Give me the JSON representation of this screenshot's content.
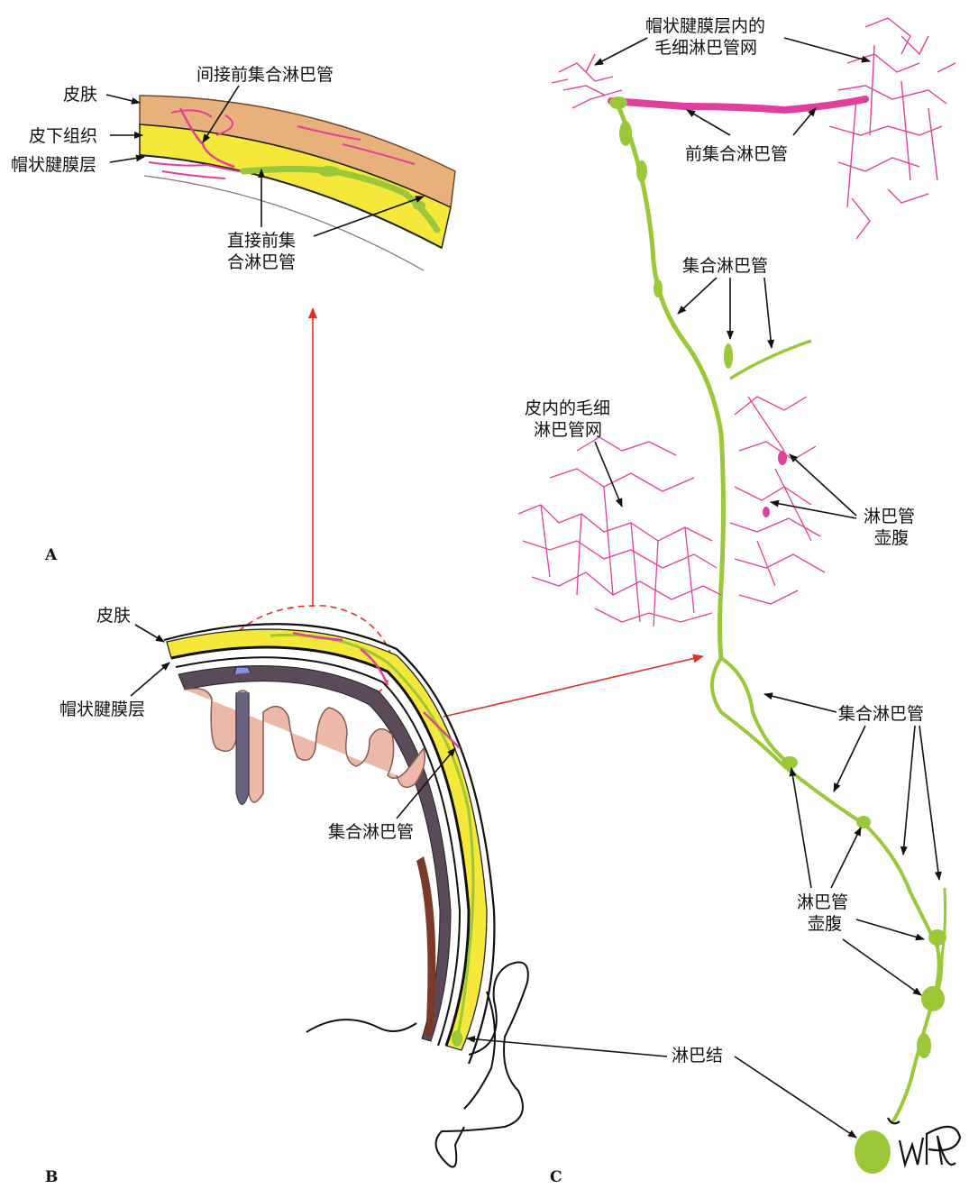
{
  "panels": {
    "a": "A",
    "b": "B",
    "c": "C"
  },
  "labels": {
    "a_skin": "皮肤",
    "a_subcut": "皮下组织",
    "a_galea": "帽状腱膜层",
    "a_indirect": "间接前集合淋巴管",
    "a_direct_1": "直接前集",
    "a_direct_2": "合淋巴管",
    "b_skin": "皮肤",
    "b_galea": "帽状腱膜层",
    "b_collecting": "集合淋巴管",
    "c_galea_net_1": "帽状腱膜层内的",
    "c_galea_net_2": "毛细淋巴管网",
    "c_precollector": "前集合淋巴管",
    "c_collecting_top": "集合淋巴管",
    "c_dermal_net_1": "皮内的毛细",
    "c_dermal_net_2": "淋巴管网",
    "c_ampulla_top_1": "淋巴管",
    "c_ampulla_top_2": "壶腹",
    "c_collecting_mid": "集合淋巴管",
    "c_ampulla_bot_1": "淋巴管",
    "c_ampulla_bot_2": "壶腹",
    "c_node": "淋巴结"
  },
  "colors": {
    "skin": "#e8b07a",
    "subcutaneous": "#f5e83a",
    "lymph_green": "#a6d84a",
    "capillary_pink": "#e0409c",
    "arrow_red": "#e0302a",
    "brain": "#e8b0a0",
    "bone": "#3a3a4a"
  }
}
